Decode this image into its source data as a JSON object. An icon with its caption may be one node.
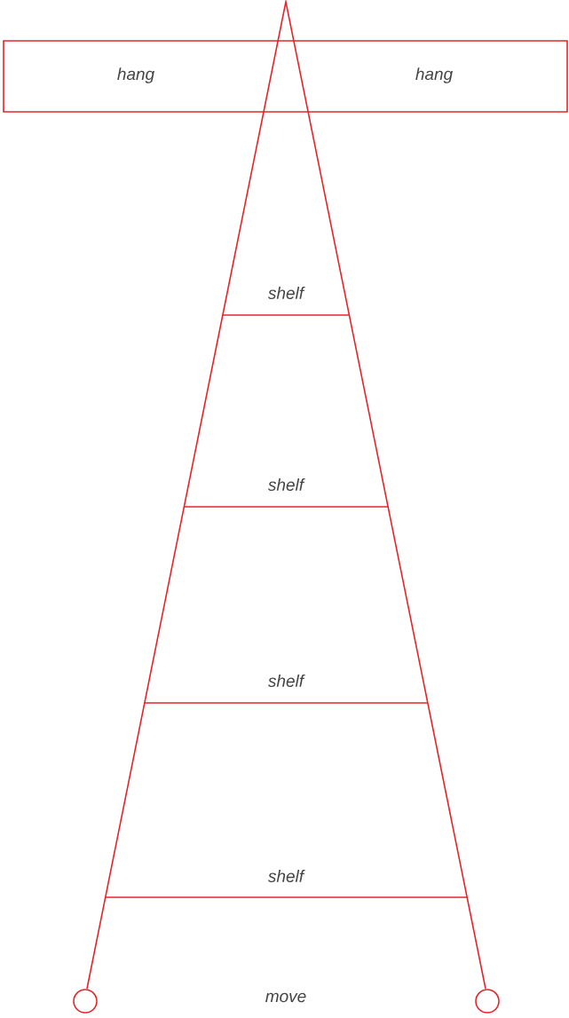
{
  "diagram": {
    "nodes": [
      {
        "text": [
          "hang",
          "hang"
        ]
      }
    ],
    "labels": [
      "shelf",
      "shelf",
      "shelf",
      "shelf",
      "move"
    ]
  }
}
